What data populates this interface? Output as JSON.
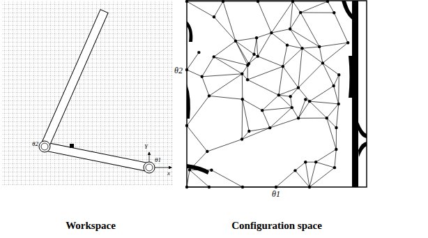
{
  "diagram": {
    "labels": [
      "θ2",
      "θ1",
      "x",
      "Y",
      "θ2",
      "θ1",
      "Workspace",
      "Configuration space"
    ]
  }
}
